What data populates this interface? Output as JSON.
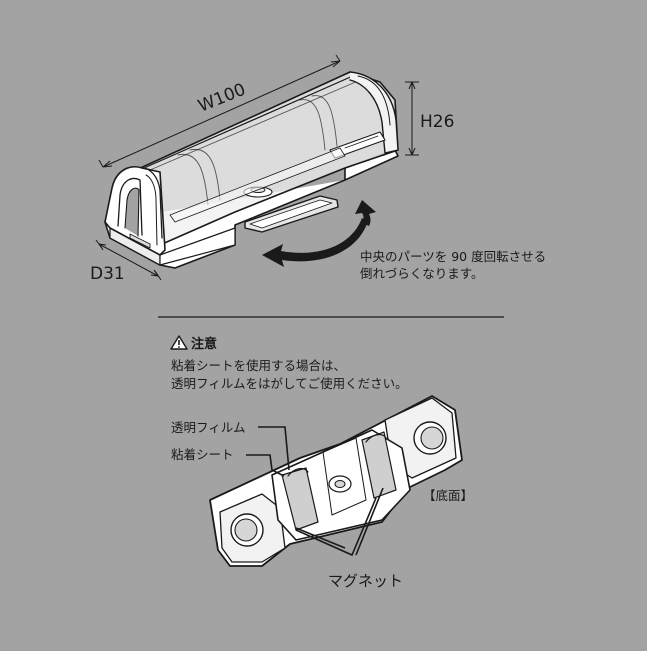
{
  "dimensions": {
    "width": "W100",
    "height": "H26",
    "depth": "D31"
  },
  "rotation_note": {
    "line1": "中央のパーツを 90 度回転させる",
    "line2": "倒れづらくなります。"
  },
  "caution": {
    "title": "注意",
    "line1": "粘着シートを使用する場合は、",
    "line2": "透明フィルムをはがしてご使用ください。"
  },
  "bottom_view": {
    "label_film": "透明フィルム",
    "label_sheet": "粘着シート",
    "label_bottom": "【底面】",
    "label_magnet": "マグネット"
  },
  "colors": {
    "background": "#a3a3a3",
    "line": "#1a1a1a",
    "part_fill": "#ffffff",
    "shade": "#d9d9d9"
  }
}
